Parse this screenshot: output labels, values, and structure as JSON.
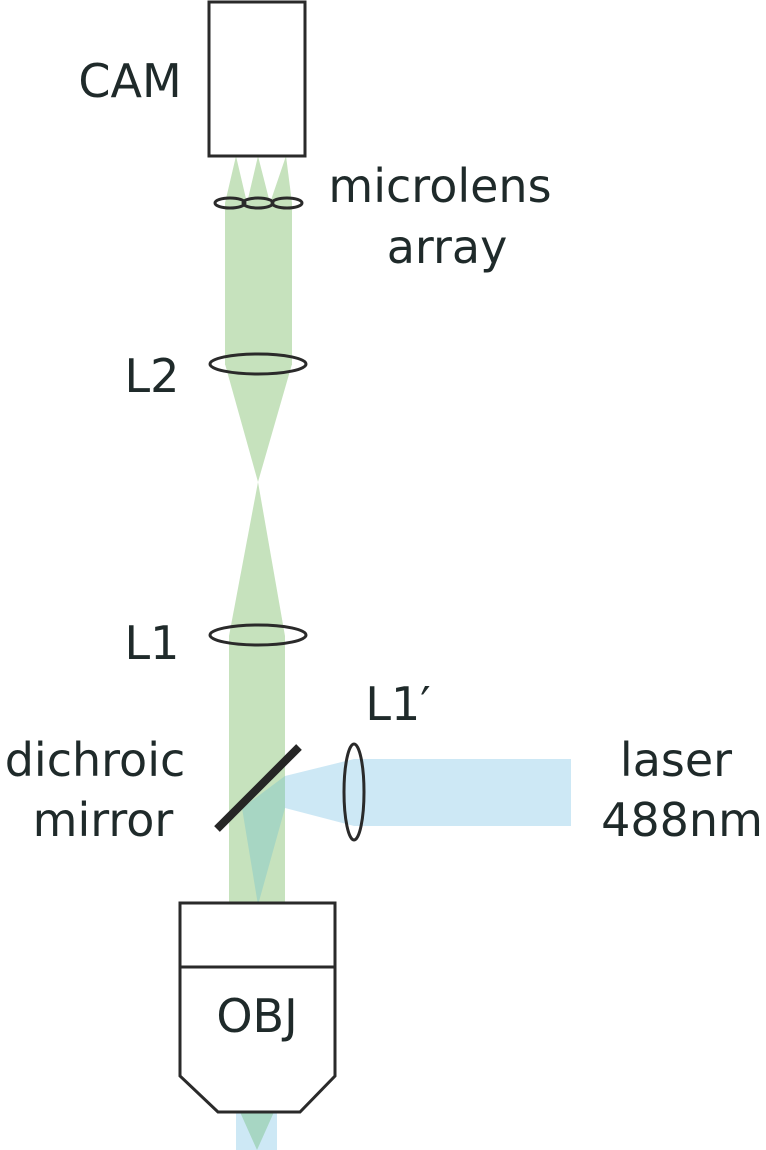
{
  "labels": {
    "camera": "CAM",
    "microlens_line1": "microlens",
    "microlens_line2": "array",
    "lens2": "L2",
    "lens1": "L1",
    "lens1_prime": "L1′",
    "dichroic_line1": "dichroic",
    "dichroic_line2": "mirror",
    "laser_line1": "laser",
    "laser_line2": "488nm",
    "objective": "OBJ"
  },
  "colors": {
    "emission_beam": "#c6e2bd",
    "excitation_beam": "#cde8f5",
    "overlap": "#a7d6c3",
    "outline": "#2a2a2a",
    "text": "#1f2a2a"
  }
}
